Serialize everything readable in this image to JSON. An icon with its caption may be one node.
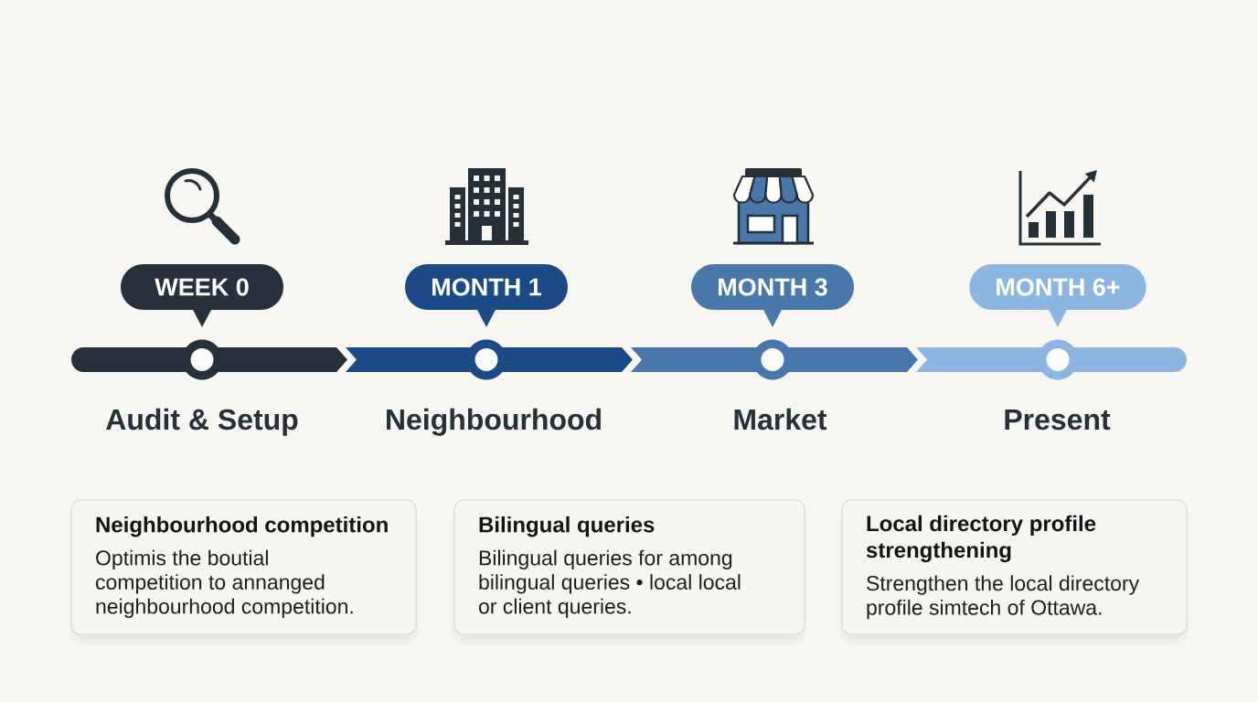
{
  "diagram": {
    "nodes": [
      {
        "text": [
          "WEEK 0"
        ]
      },
      {
        "text": [
          "MONTH 1"
        ]
      },
      {
        "text": [
          "MONTH 3"
        ]
      },
      {
        "text": [
          "MONTH 6+"
        ]
      },
      {
        "text": [
          "Audit & Setup"
        ]
      },
      {
        "text": [
          "Neighbourhood"
        ]
      },
      {
        "text": [
          "Market"
        ]
      },
      {
        "text": [
          "Present"
        ]
      },
      {
        "text": [
          "Neighbourhood competition",
          "Optimis the boutial competition to annanged neighbourhood competition."
        ]
      },
      {
        "text": [
          "Bilingual queries",
          "Bilingual queries for among bilingual queries • local local or client queries."
        ]
      },
      {
        "text": [
          "Local directory profile strengthening",
          "Strengthen the local directory profile simtech of Ottawa."
        ]
      }
    ]
  }
}
